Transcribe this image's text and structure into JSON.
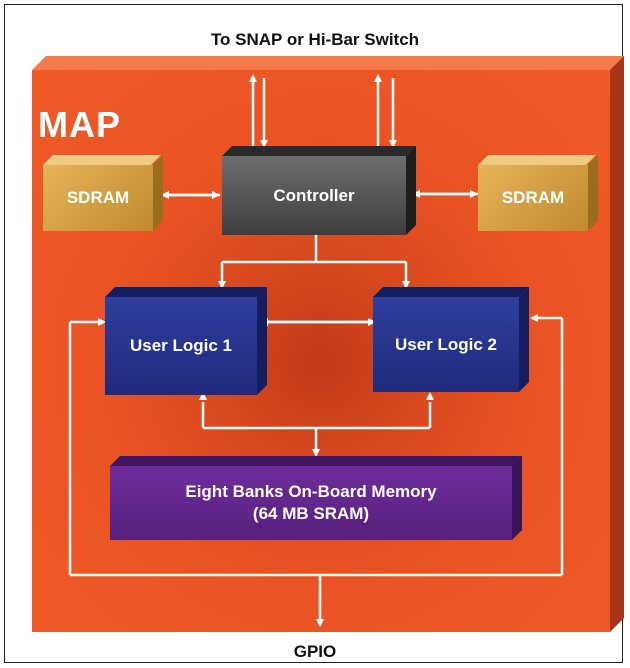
{
  "diagram": {
    "top_caption": "To SNAP or Hi-Bar Switch",
    "bottom_caption": "GPIO",
    "board_label": "MAP",
    "sdram_left": "SDRAM",
    "sdram_right": "SDRAM",
    "controller": "Controller",
    "user_logic_1": "User Logic 1",
    "user_logic_2": "User Logic 2",
    "memory_line1": "Eight Banks On-Board Memory",
    "memory_line2": "(64 MB SRAM)"
  },
  "colors": {
    "board": "#f05a28",
    "sdram": "#d9a441",
    "controller": "#555555",
    "user_logic": "#25338a",
    "memory": "#632688",
    "wire": "#ffffff"
  }
}
